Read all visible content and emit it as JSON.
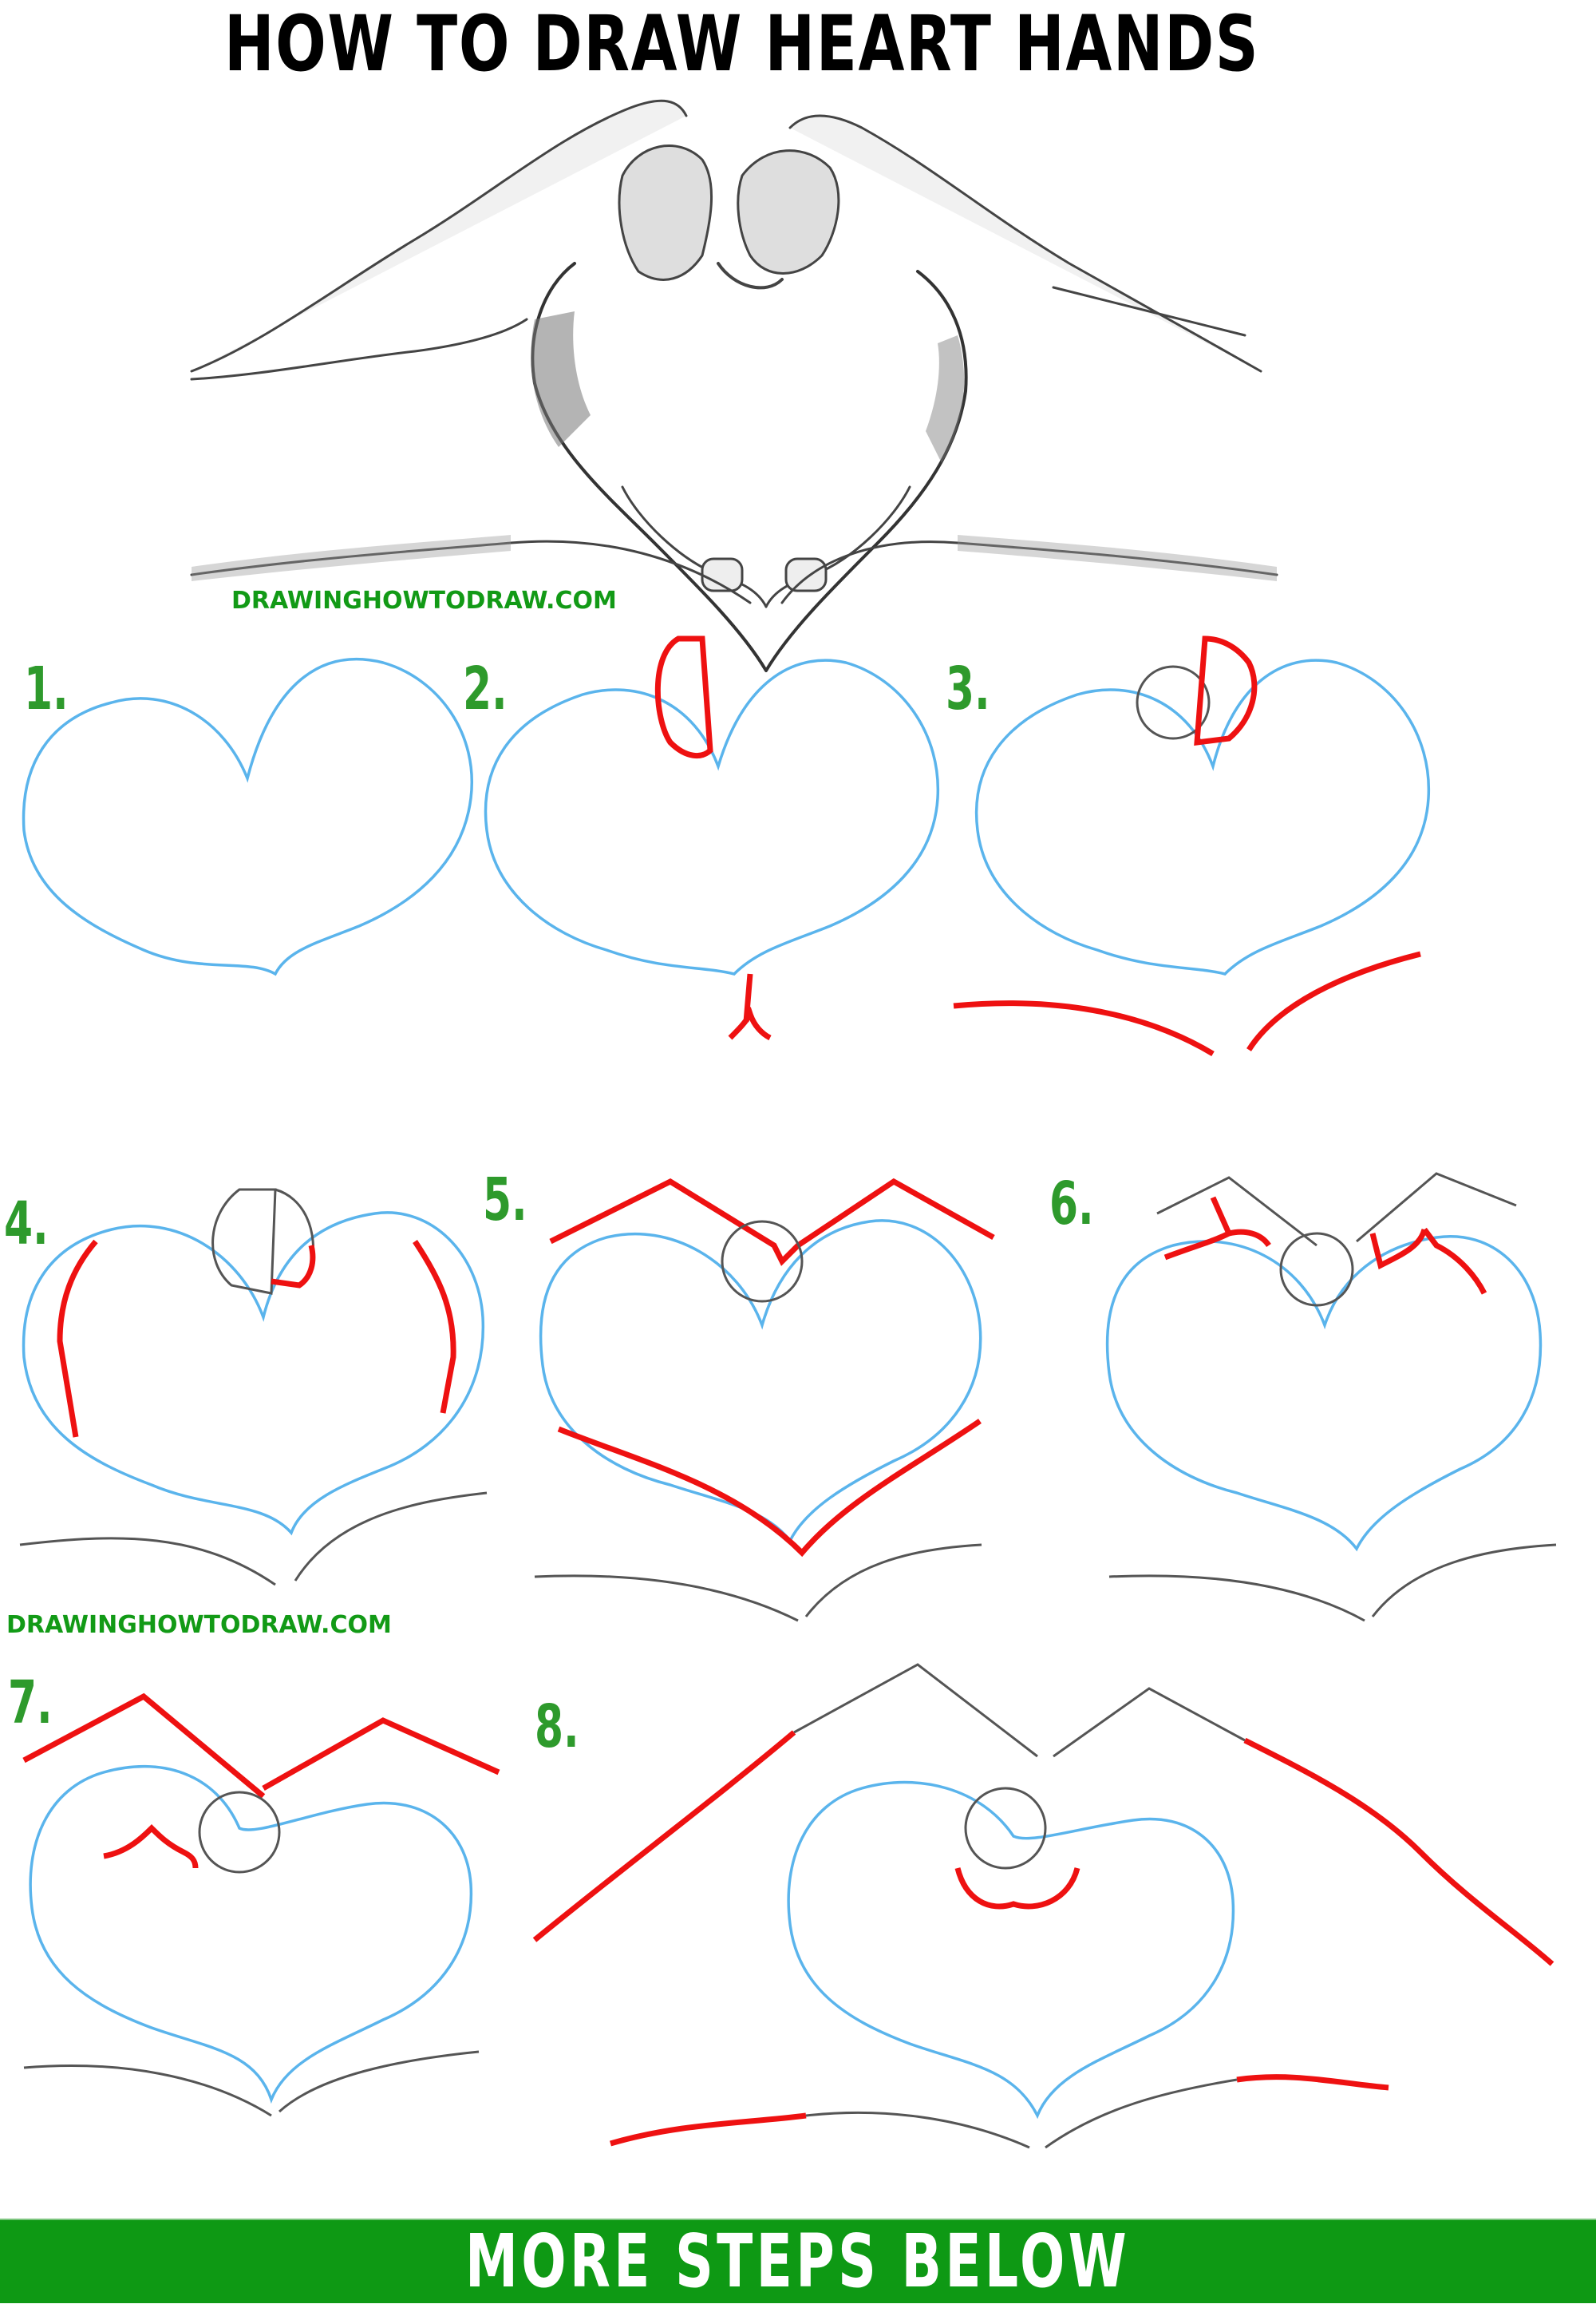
{
  "title": "HOW TO DRAW HEART HANDS",
  "watermarks": [
    "DRAWINGHOWTODRAW.COM",
    "DRAWINGHOWTODRAW.COM"
  ],
  "steps": [
    {
      "label": "1."
    },
    {
      "label": "2."
    },
    {
      "label": "3."
    },
    {
      "label": "4."
    },
    {
      "label": "5."
    },
    {
      "label": "6."
    },
    {
      "label": "7."
    },
    {
      "label": "8."
    }
  ],
  "banner": {
    "text": "MORE STEPS BELOW"
  },
  "colors": {
    "guide_blue": "#5ab4ec",
    "new_line_red": "#ee1111",
    "pencil_gray": "#555555",
    "brand_green": "#129a16",
    "banner_green": "#0e9914"
  }
}
